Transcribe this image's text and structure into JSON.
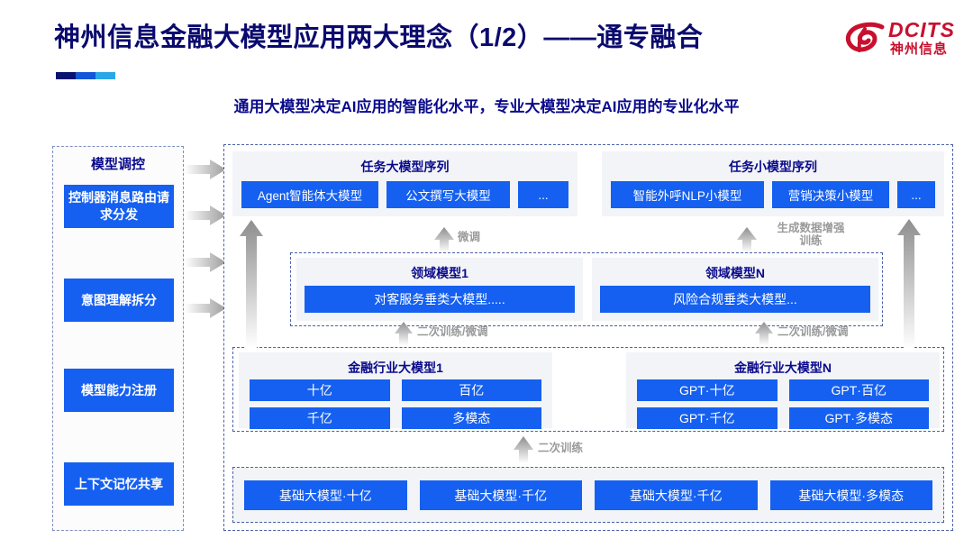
{
  "header": {
    "title": "神州信息金融大模型应用两大理念（1/2）——通专融合",
    "subtitle": "通用大模型决定AI应用的智能化水平，专业大模型决定AI应用的专业化水平",
    "logo_en": "DCITS",
    "logo_cn": "神州信息"
  },
  "control_column": {
    "title": "模型调控",
    "items": [
      {
        "label": "控制器消息路由请求分发"
      },
      {
        "label": "意图理解拆分"
      },
      {
        "label": "模型能力注册"
      },
      {
        "label": "上下文记忆共享"
      }
    ]
  },
  "task_big": {
    "title": "任务大模型序列",
    "chips": [
      "Agent智能体大模型",
      "公文撰写大模型",
      "..."
    ]
  },
  "task_small": {
    "title": "任务小模型序列",
    "chips": [
      "智能外呼NLP小模型",
      "营销决策小模型",
      "..."
    ]
  },
  "domain": {
    "left": {
      "title": "领域模型1",
      "bar": "对客服务垂类大模型....."
    },
    "right": {
      "title": "领域模型N",
      "bar": "风险合规垂类大模型..."
    }
  },
  "industry": {
    "left": {
      "title": "金融行业大模型1",
      "cells": [
        "十亿",
        "百亿",
        "千亿",
        "多模态"
      ]
    },
    "right": {
      "title": "金融行业大模型N",
      "cells": [
        "GPT·十亿",
        "GPT·百亿",
        "GPT·千亿",
        "GPT·多模态"
      ]
    }
  },
  "base": {
    "cells": [
      "基础大模型·十亿",
      "基础大模型·千亿",
      "基础大模型·千亿",
      "基础大模型·多模态"
    ]
  },
  "arrow_labels": {
    "fine_tune": "微调",
    "data_aug": "生成数据增强\n训练",
    "data_aug_line1": "生成数据增强",
    "data_aug_line2": "训练",
    "retrain_finetune_left": "二次训练/微调",
    "retrain_finetune_right": "二次训练/微调",
    "retrain": "二次训练"
  },
  "colors": {
    "brand_blue": "#1560f0",
    "title_navy": "#0a0a6e",
    "logo_red": "#c8102e",
    "arrow_gray": "#b3b3b3",
    "panel_bg": "#f2f4f7",
    "dash_border": "#4c5fa8"
  }
}
